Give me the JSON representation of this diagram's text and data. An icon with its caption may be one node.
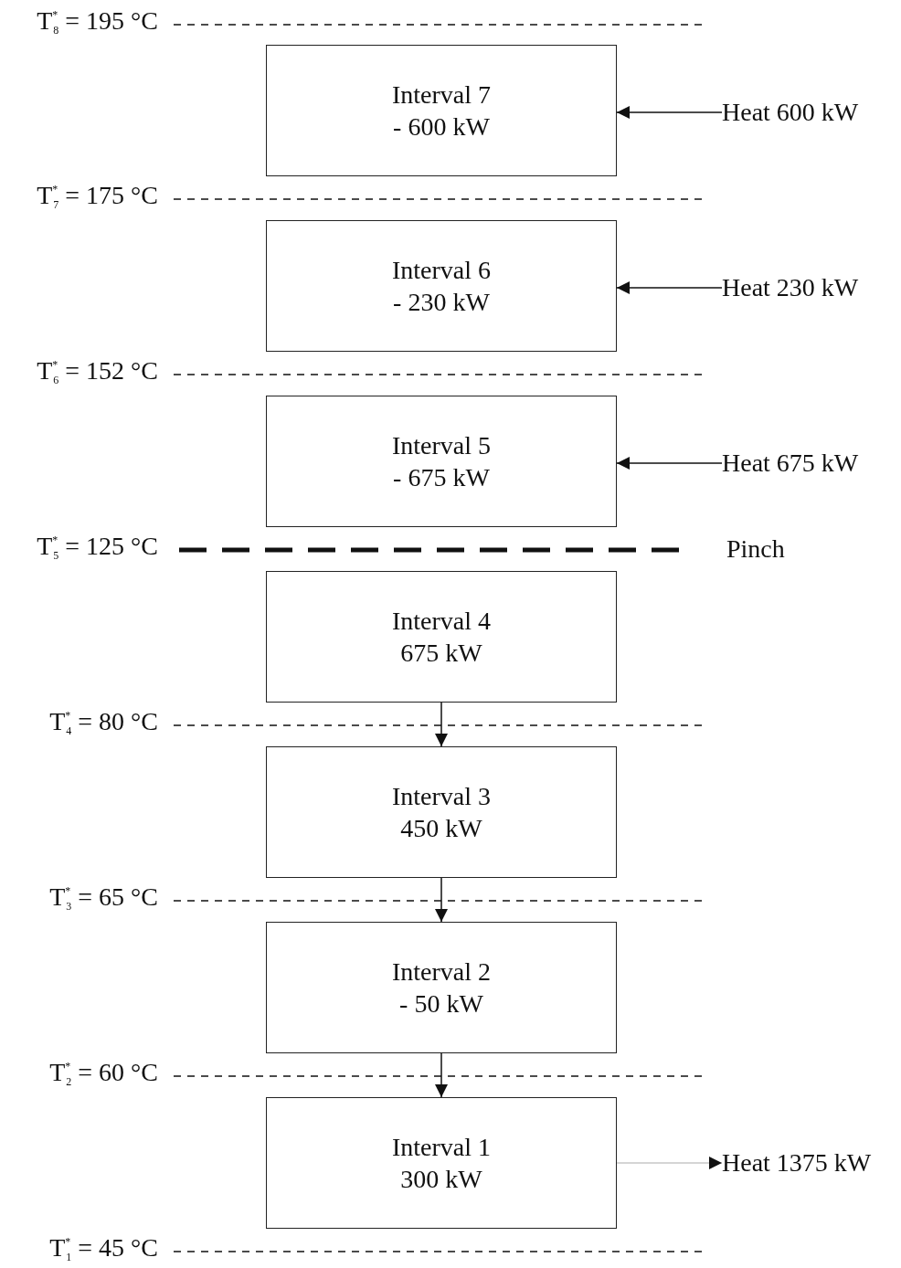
{
  "diagram": {
    "nodes": [
      {
        "text": [
          "Interval 7",
          "- 600 kW"
        ]
      },
      {
        "text": [
          "Interval 6",
          "- 230 kW"
        ]
      },
      {
        "text": [
          "Interval 5",
          "- 675 kW"
        ]
      },
      {
        "text": [
          "Interval 4",
          "675 kW"
        ]
      },
      {
        "text": [
          "Interval 3",
          "450 kW"
        ]
      },
      {
        "text": [
          "Interval 2",
          "- 50 kW"
        ]
      },
      {
        "text": [
          "Interval 1",
          "300 kW"
        ]
      },
      {
        "text": [
          "Heat 600 kW"
        ]
      },
      {
        "text": [
          "Heat 230 kW"
        ]
      },
      {
        "text": [
          "Heat 675 kW"
        ]
      },
      {
        "text": [
          "Heat 1375 kW"
        ]
      }
    ],
    "edges": [
      {
        "from": 7,
        "to": 0,
        "arrow": "to"
      },
      {
        "from": 8,
        "to": 1,
        "arrow": "to"
      },
      {
        "from": 9,
        "to": 2,
        "arrow": "to"
      },
      {
        "from": 3,
        "to": 4,
        "arrow": "to"
      },
      {
        "from": 4,
        "to": 5,
        "arrow": "to"
      },
      {
        "from": 5,
        "to": 6,
        "arrow": "to"
      },
      {
        "from": 6,
        "to": 10,
        "arrow": "to",
        "color": "#aaaaaa"
      }
    ],
    "labels": [
      "T$^{*}$$_{8}$ = 195 °C",
      "T$^{*}$$_{7}$ = 175 °C",
      "T$^{*}$$_{6}$ = 152 °C",
      "T$^{*}$$_{5}$ = 125 °C",
      "Pinch",
      "T$^{*}$$_{4}$ = 80 °C",
      "T$^{*}$$_{3}$ = 65 °C",
      "T$^{*}$$_{2}$ = 60 °C",
      "T$^{*}$$_{1}$ = 45 °C"
    ]
  }
}
